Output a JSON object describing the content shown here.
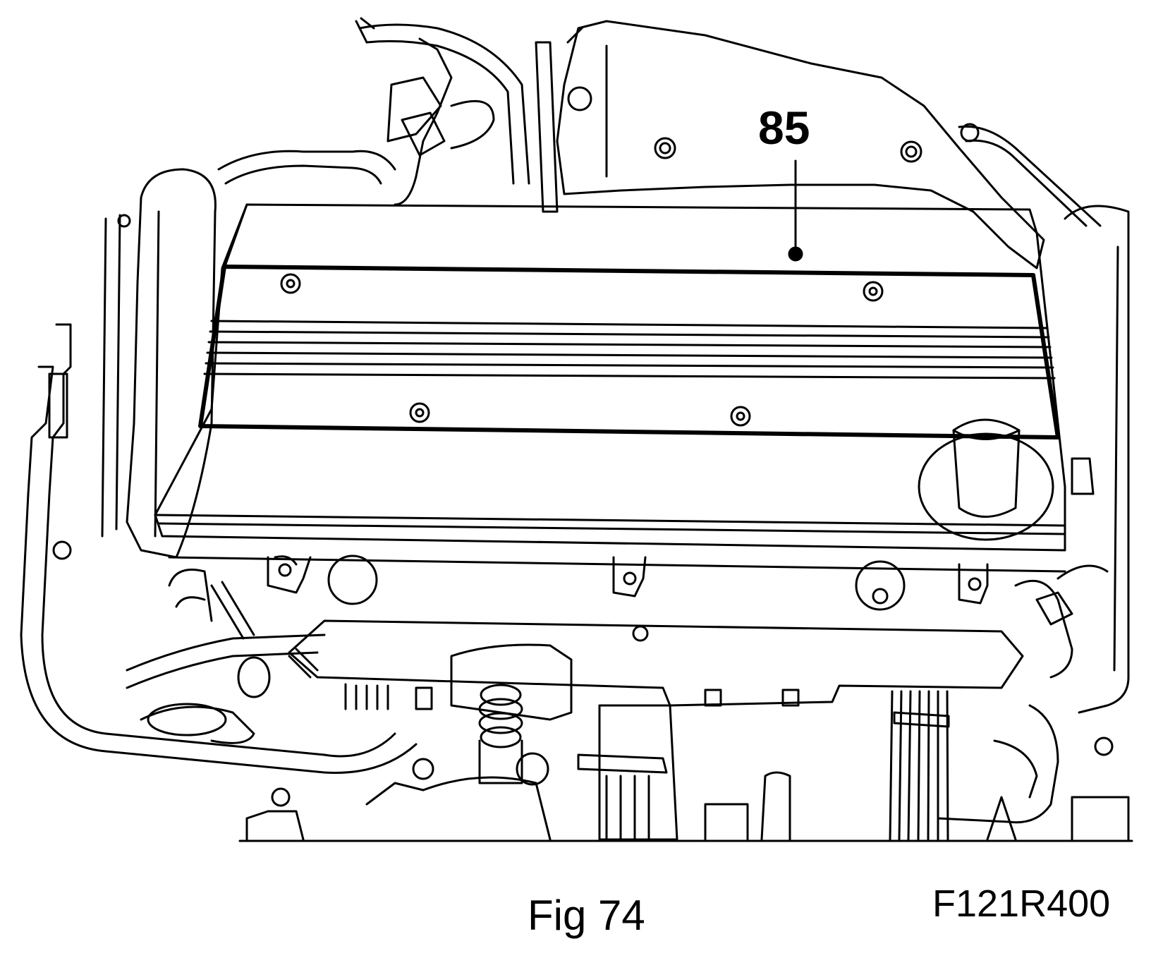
{
  "callout": {
    "label": "85"
  },
  "caption": {
    "figure": "Fig 74",
    "code": "F121R400"
  },
  "colors": {
    "line": "#000000",
    "background": "#ffffff"
  }
}
